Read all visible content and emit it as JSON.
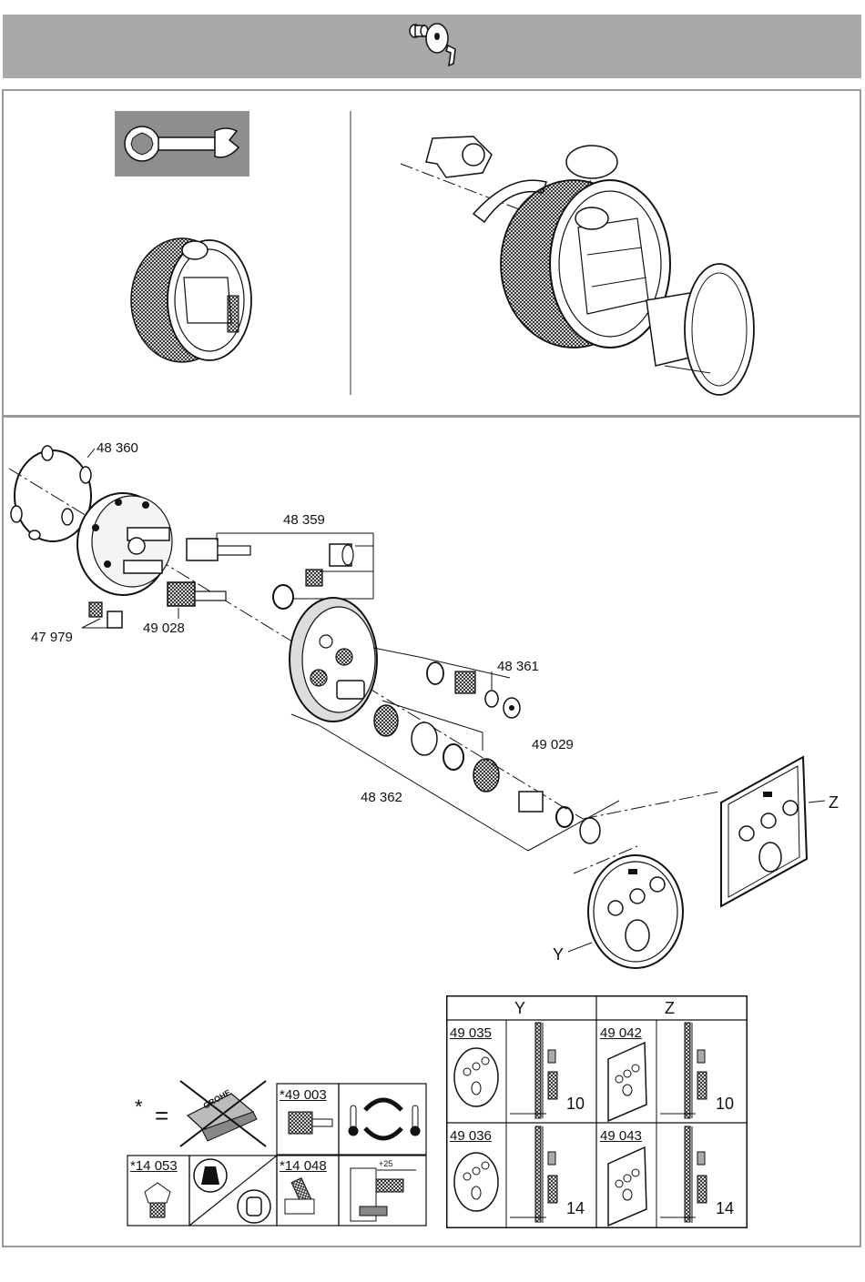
{
  "parts": {
    "p48360": "48 360",
    "p48359": "48 359",
    "p47979": "47 979",
    "p49028": "49 028",
    "p48361": "48 361",
    "p49029": "49 029",
    "p48362": "48 362",
    "pZ": "Z",
    "pY": "Y"
  },
  "table_yz": {
    "col_y": "Y",
    "col_z": "Z",
    "rows": [
      {
        "y_code": "49 035",
        "y_dim": "10",
        "z_code": "49 042",
        "z_dim": "10"
      },
      {
        "y_code": "49 036",
        "y_dim": "14",
        "z_code": "49 043",
        "z_dim": "14"
      }
    ]
  },
  "legend": {
    "star": "*",
    "equals": "=",
    "logo": "GROHE",
    "c49003": "*49 003",
    "c14053": "*14 053",
    "c14048": "*14 048",
    "plus25": "+25"
  },
  "colors": {
    "band": "#a9a9a9",
    "frame": "#9a9a9a",
    "tool_bg": "#8e8e8e",
    "line": "#111111"
  }
}
